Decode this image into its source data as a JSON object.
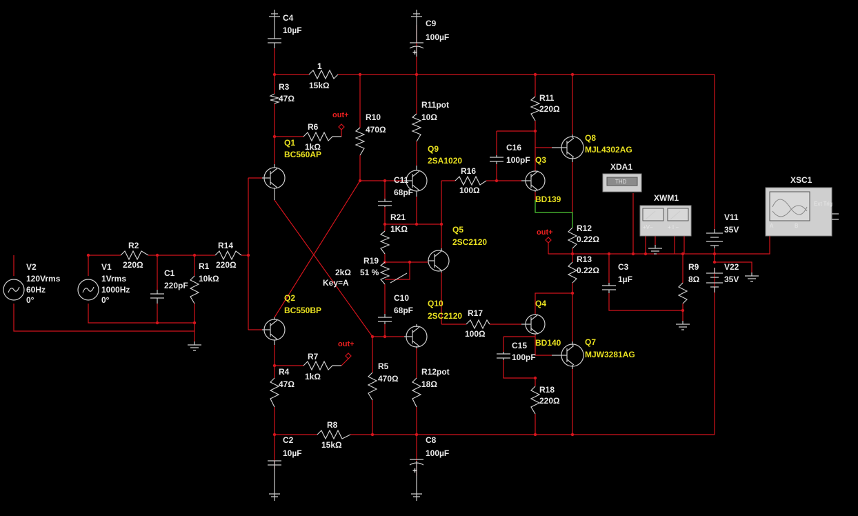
{
  "parts": {
    "C4": {
      "ref": "C4",
      "val": "10µF"
    },
    "C9": {
      "ref": "C9",
      "val": "100µF"
    },
    "R1b": {
      "ref": "1",
      "val": "15kΩ"
    },
    "R3": {
      "ref": "R3",
      "val": "47Ω"
    },
    "R6": {
      "ref": "R6",
      "val": "1kΩ"
    },
    "R10": {
      "ref": "R10",
      "val": "470Ω"
    },
    "R11pot": {
      "ref": "R11pot",
      "val": "10Ω"
    },
    "R11": {
      "ref": "R11",
      "val": "220Ω"
    },
    "Q8": {
      "ref": "Q8",
      "val": "MJL4302AG"
    },
    "C16": {
      "ref": "C16",
      "val": "100pF"
    },
    "Q3": {
      "ref": "Q3",
      "val": "BD139"
    },
    "Q9": {
      "ref": "Q9",
      "val": "2SA1020"
    },
    "C11": {
      "ref": "C11",
      "val": "68pF"
    },
    "R16": {
      "ref": "R16",
      "val": "100Ω"
    },
    "Q1": {
      "ref": "Q1",
      "val": "BC560AP"
    },
    "V2": {
      "ref": "V2",
      "l1": "120Vrms",
      "l2": "60Hz",
      "l3": "0°"
    },
    "V1": {
      "ref": "V1",
      "l1": "1Vrms",
      "l2": "1000Hz",
      "l3": "0°"
    },
    "R2": {
      "ref": "R2",
      "val": "220Ω"
    },
    "C1": {
      "ref": "C1",
      "val": "220pF"
    },
    "R1": {
      "ref": "R1",
      "val": "10kΩ"
    },
    "R14": {
      "ref": "R14",
      "val": "220Ω"
    },
    "R21": {
      "ref": "R21",
      "val": "1KΩ"
    },
    "Q5": {
      "ref": "Q5",
      "val": "2SC2120"
    },
    "R19": {
      "ref": "R19",
      "pct": "51 %",
      "val": "2kΩ",
      "key": "Key=A"
    },
    "C10": {
      "ref": "C10",
      "val": "68pF"
    },
    "Q10": {
      "ref": "Q10",
      "val": "2SC2120"
    },
    "R17": {
      "ref": "R17",
      "val": "100Ω"
    },
    "Q4": {
      "ref": "Q4",
      "val": "BD140"
    },
    "C15": {
      "ref": "C15",
      "val": "100pF"
    },
    "Q7": {
      "ref": "Q7",
      "val": "MJW3281AG"
    },
    "Q2": {
      "ref": "Q2",
      "val": "BC550BP"
    },
    "R7": {
      "ref": "R7",
      "val": "1kΩ"
    },
    "R4": {
      "ref": "R4",
      "val": "47Ω"
    },
    "R5": {
      "ref": "R5",
      "val": "470Ω"
    },
    "R12pot": {
      "ref": "R12pot",
      "val": "18Ω"
    },
    "R18": {
      "ref": "R18",
      "val": "220Ω"
    },
    "C2": {
      "ref": "C2",
      "val": "10µF"
    },
    "R8": {
      "ref": "R8",
      "val": "15kΩ"
    },
    "C8": {
      "ref": "C8",
      "val": "100µF"
    },
    "R12": {
      "ref": "R12",
      "val": "0.22Ω"
    },
    "R13": {
      "ref": "R13",
      "val": "0.22Ω"
    },
    "C3": {
      "ref": "C3",
      "val": "1µF"
    },
    "R9": {
      "ref": "R9",
      "val": "8Ω"
    },
    "V11": {
      "ref": "V11",
      "val": "35V"
    },
    "V22": {
      "ref": "V22",
      "val": "35V"
    }
  },
  "instruments": {
    "xda1": {
      "ref": "XDA1",
      "screen": "THD"
    },
    "xwm1": {
      "ref": "XWM1"
    },
    "xsc1": {
      "ref": "XSC1",
      "ext": "Ext Trig"
    }
  },
  "probe": "out+",
  "colors": {
    "wire": "#d4141c",
    "component": "#cfcfcf",
    "partname": "#e8e020",
    "background": "#000000"
  }
}
